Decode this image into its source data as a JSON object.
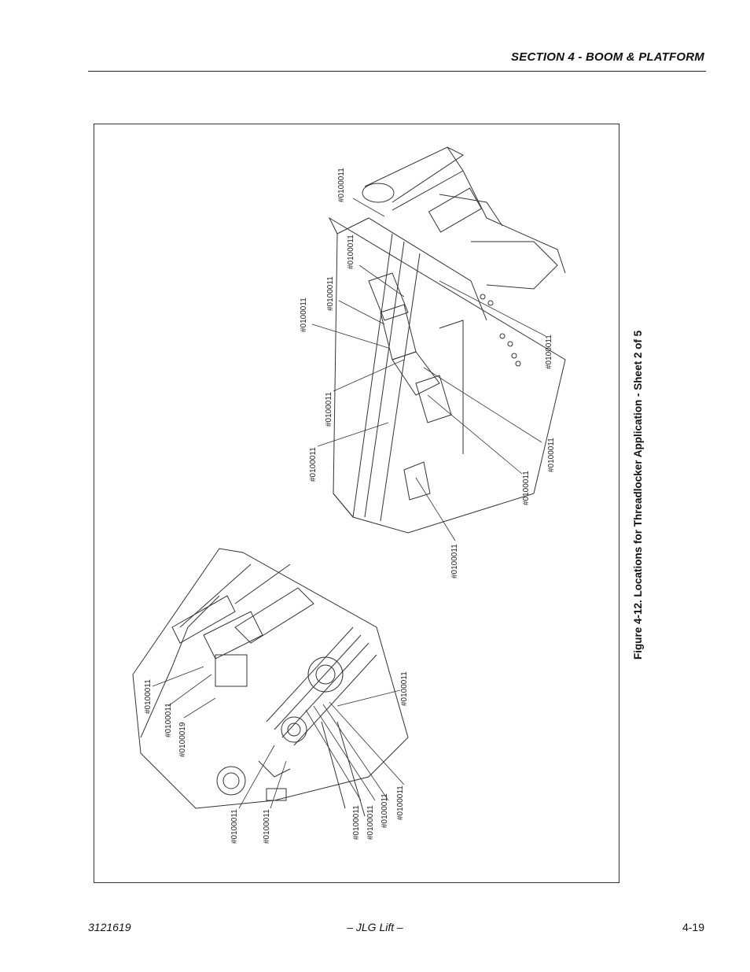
{
  "header": {
    "section_title": "SECTION 4 - BOOM & PLATFORM"
  },
  "figure": {
    "caption": "Figure 4-12.  Locations for Threadlocker Application - Sheet 2 of 5",
    "upper_callouts": [
      "#0100011",
      "#0100011",
      "#0100011",
      "#0100011",
      "#0100011",
      "#0100011",
      "#0100011",
      "#0100011",
      "#0100011",
      "#0100011"
    ],
    "lower_callouts": [
      "#0100011",
      "#0100011",
      "#0100019",
      "#0100011",
      "#0100011",
      "#0100011",
      "#0100011",
      "#0100011",
      "#0100011",
      "#0100011"
    ]
  },
  "footer": {
    "doc_number": "3121619",
    "center_text": "– JLG Lift –",
    "page_number": "4-19"
  }
}
